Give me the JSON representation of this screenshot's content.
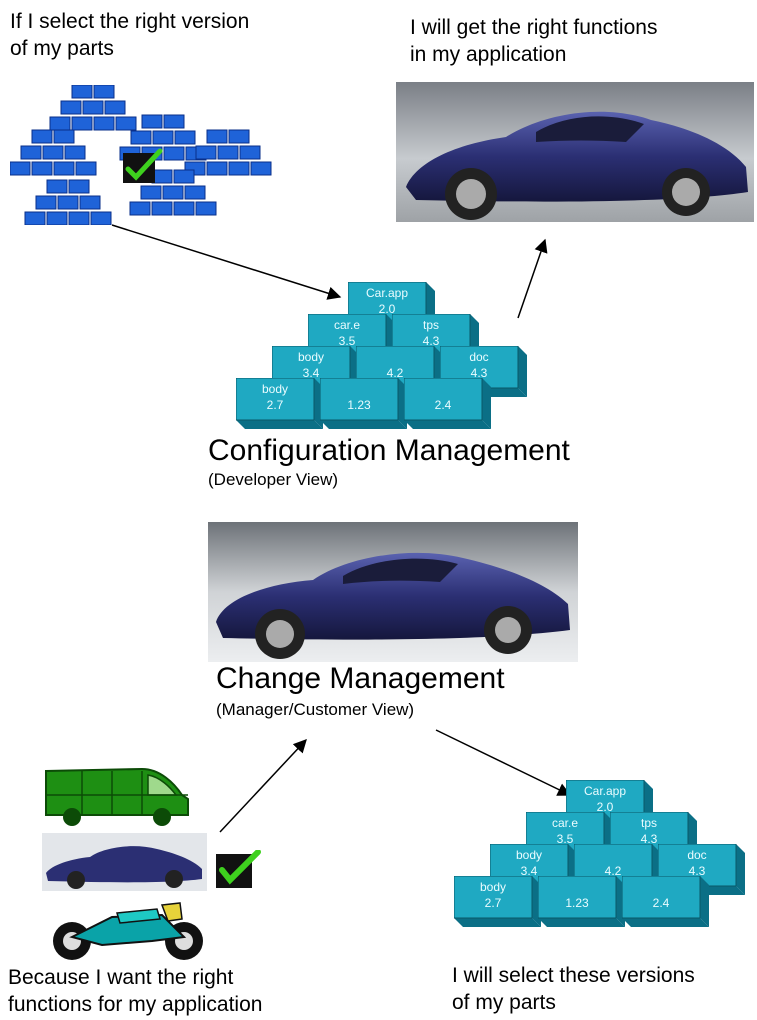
{
  "top_left_caption": {
    "line1": "If I select the right version",
    "line2": "of my parts"
  },
  "top_right_caption": {
    "line1": "I will get the right functions",
    "line2": "in my application"
  },
  "config_title": "Configuration Management",
  "config_subtitle": "(Developer View)",
  "change_title": "Change Management",
  "change_subtitle": "(Manager/Customer View)",
  "bottom_left_caption": {
    "line1": "Because I want the right",
    "line2": "functions for my application"
  },
  "bottom_right_caption": {
    "line1": "I will select these versions",
    "line2": "of my parts"
  },
  "pyramid": {
    "top": {
      "label": "Car.app",
      "version": "2.0"
    },
    "row2": [
      {
        "label": "car.e",
        "version": "3.5"
      },
      {
        "label": "tps",
        "version": "4.3"
      }
    ],
    "row3": [
      {
        "label": "body",
        "version": "3.4"
      },
      {
        "label": "",
        "version": "4.2"
      },
      {
        "label": "doc",
        "version": "4.3"
      }
    ],
    "row4": [
      {
        "label": "body",
        "version": "2.7"
      },
      {
        "label": "",
        "version": "1.23"
      },
      {
        "label": "",
        "version": "2.4"
      }
    ]
  },
  "colors": {
    "box_face": "#1fa9c2",
    "box_edge": "#0b6f86",
    "tile_blue": "#1f63d8",
    "van_green": "#1e8f13",
    "car_blue": "#2b2f73",
    "check_green": "#3ed11e"
  },
  "icons": [
    "checkmark-icon",
    "van-icon",
    "car-icon",
    "motorcycle-icon"
  ]
}
